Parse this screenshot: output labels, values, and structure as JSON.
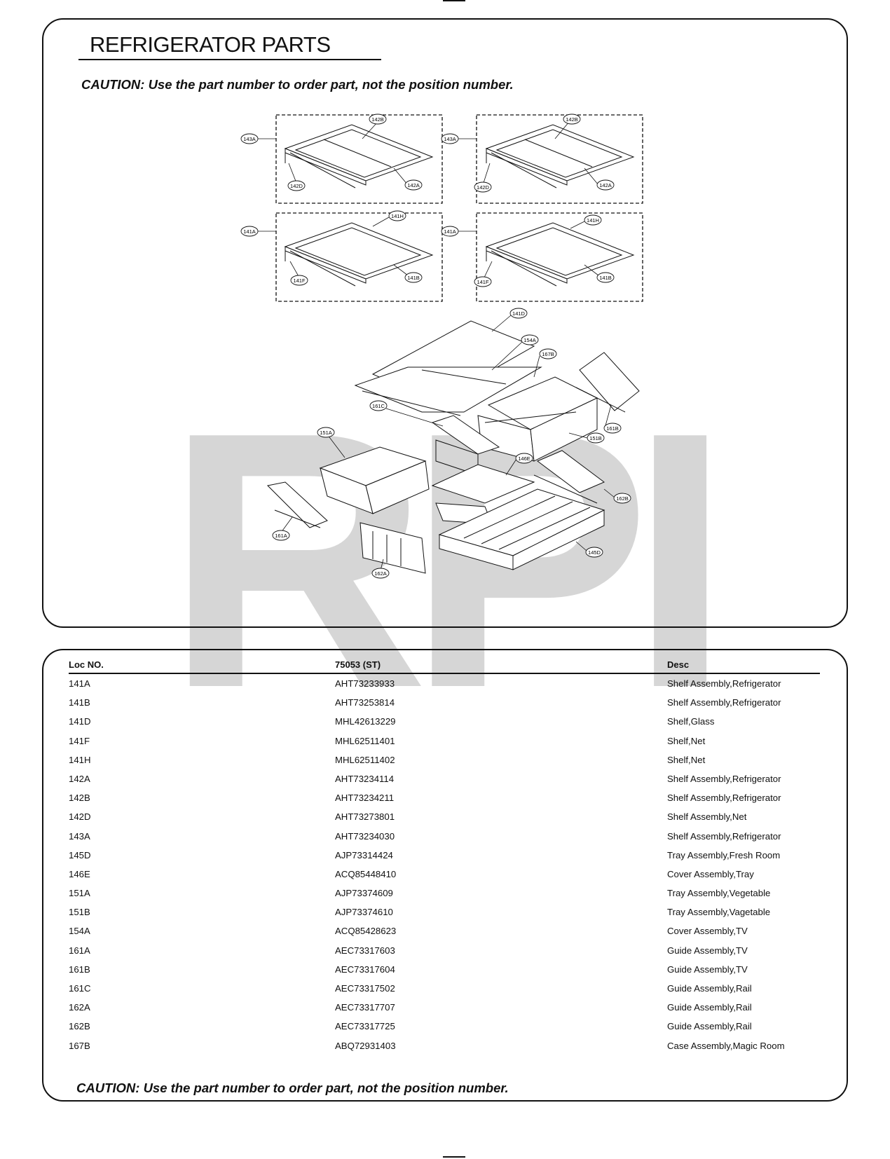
{
  "header": {
    "title": "REFRIGERATOR PARTS",
    "caution": "CAUTION: Use the part number to order part, not the position number."
  },
  "diagram": {
    "callouts": [
      "143A",
      "142B",
      "142D",
      "142A",
      "143A",
      "142B",
      "142D",
      "142A",
      "141A",
      "141H",
      "141F",
      "141B",
      "141A",
      "141H",
      "141F",
      "141B",
      "141D",
      "154A",
      "167B",
      "161C",
      "161B",
      "151B",
      "151A",
      "146E",
      "162B",
      "161A",
      "162A",
      "145D"
    ]
  },
  "table": {
    "headers": {
      "loc": "Loc NO.",
      "part": "75053 (ST)",
      "desc": "Desc"
    },
    "rows": [
      {
        "loc": "141A",
        "part": "AHT73233933",
        "desc": "Shelf Assembly,Refrigerator"
      },
      {
        "loc": "141B",
        "part": "AHT73253814",
        "desc": "Shelf Assembly,Refrigerator"
      },
      {
        "loc": "141D",
        "part": "MHL42613229",
        "desc": "Shelf,Glass"
      },
      {
        "loc": "141F",
        "part": "MHL62511401",
        "desc": "Shelf,Net"
      },
      {
        "loc": "141H",
        "part": "MHL62511402",
        "desc": "Shelf,Net"
      },
      {
        "loc": "142A",
        "part": "AHT73234114",
        "desc": "Shelf Assembly,Refrigerator"
      },
      {
        "loc": "142B",
        "part": "AHT73234211",
        "desc": "Shelf Assembly,Refrigerator"
      },
      {
        "loc": "142D",
        "part": "AHT73273801",
        "desc": "Shelf Assembly,Net"
      },
      {
        "loc": "143A",
        "part": "AHT73234030",
        "desc": "Shelf Assembly,Refrigerator"
      },
      {
        "loc": "145D",
        "part": "AJP73314424",
        "desc": "Tray Assembly,Fresh Room"
      },
      {
        "loc": "146E",
        "part": "ACQ85448410",
        "desc": "Cover Assembly,Tray"
      },
      {
        "loc": "151A",
        "part": "AJP73374609",
        "desc": "Tray Assembly,Vegetable"
      },
      {
        "loc": "151B",
        "part": "AJP73374610",
        "desc": "Tray Assembly,Vagetable"
      },
      {
        "loc": "154A",
        "part": "ACQ85428623",
        "desc": "Cover Assembly,TV"
      },
      {
        "loc": "161A",
        "part": "AEC73317603",
        "desc": "Guide Assembly,TV"
      },
      {
        "loc": "161B",
        "part": "AEC73317604",
        "desc": "Guide Assembly,TV"
      },
      {
        "loc": "161C",
        "part": "AEC73317502",
        "desc": "Guide Assembly,Rail"
      },
      {
        "loc": "162A",
        "part": "AEC73317707",
        "desc": "Guide Assembly,Rail"
      },
      {
        "loc": "162B",
        "part": "AEC73317725",
        "desc": "Guide Assembly,Rail"
      },
      {
        "loc": "167B",
        "part": "ABQ72931403",
        "desc": "Case Assembly,Magic Room"
      }
    ]
  },
  "watermark": "RPI"
}
